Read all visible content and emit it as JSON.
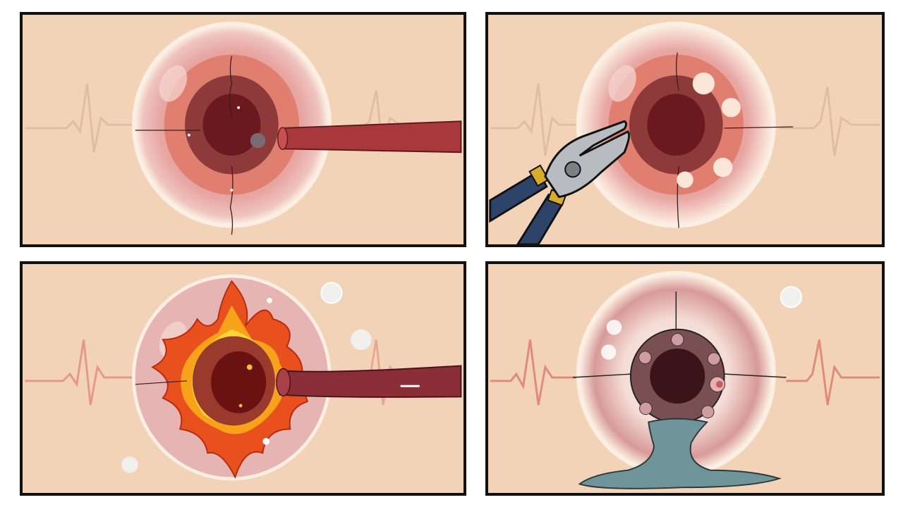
{
  "illustration": {
    "layout": "2x2 comic panel grid",
    "background": "#ffffff",
    "panel_border": "#111111",
    "panel_fill": "#f2d3b8",
    "colors": {
      "tissue_outer": "#e8a7a3",
      "tissue_rim": "#fbeee2",
      "tissue_mid": "#e07f70",
      "tissue_inner": "#8e3a3a",
      "lumen": "#6a1a1e",
      "catheter": "#a8383c",
      "ecg_faint": "#ddb79c",
      "ecg_red": "#e08a78",
      "flame_outer": "#e8501e",
      "flame_mid": "#f7a21a",
      "flame_inner": "#fbd53a",
      "plier_metal": "#b8bcc0",
      "plier_handle": "#2d4468",
      "plier_collar": "#d8ac2a",
      "device": "#7a4f52",
      "fluid": "#6f949a"
    },
    "panels": [
      {
        "id": "top-left",
        "description": "Catheter tube approaching a circular vessel opening with sutures, faint ECG line behind"
      },
      {
        "id": "top-right",
        "description": "Pliers gripping the edge of the vessel opening with white tissue patches around the rim"
      },
      {
        "id": "bottom-left",
        "description": "Vessel opening ringed with flames while catheter tube touches it (ablation), white bubbles floating"
      },
      {
        "id": "bottom-right",
        "description": "Round occluder device with pink dots sealing the opening, grey-blue fluid puddle below, red ECG line"
      }
    ]
  }
}
